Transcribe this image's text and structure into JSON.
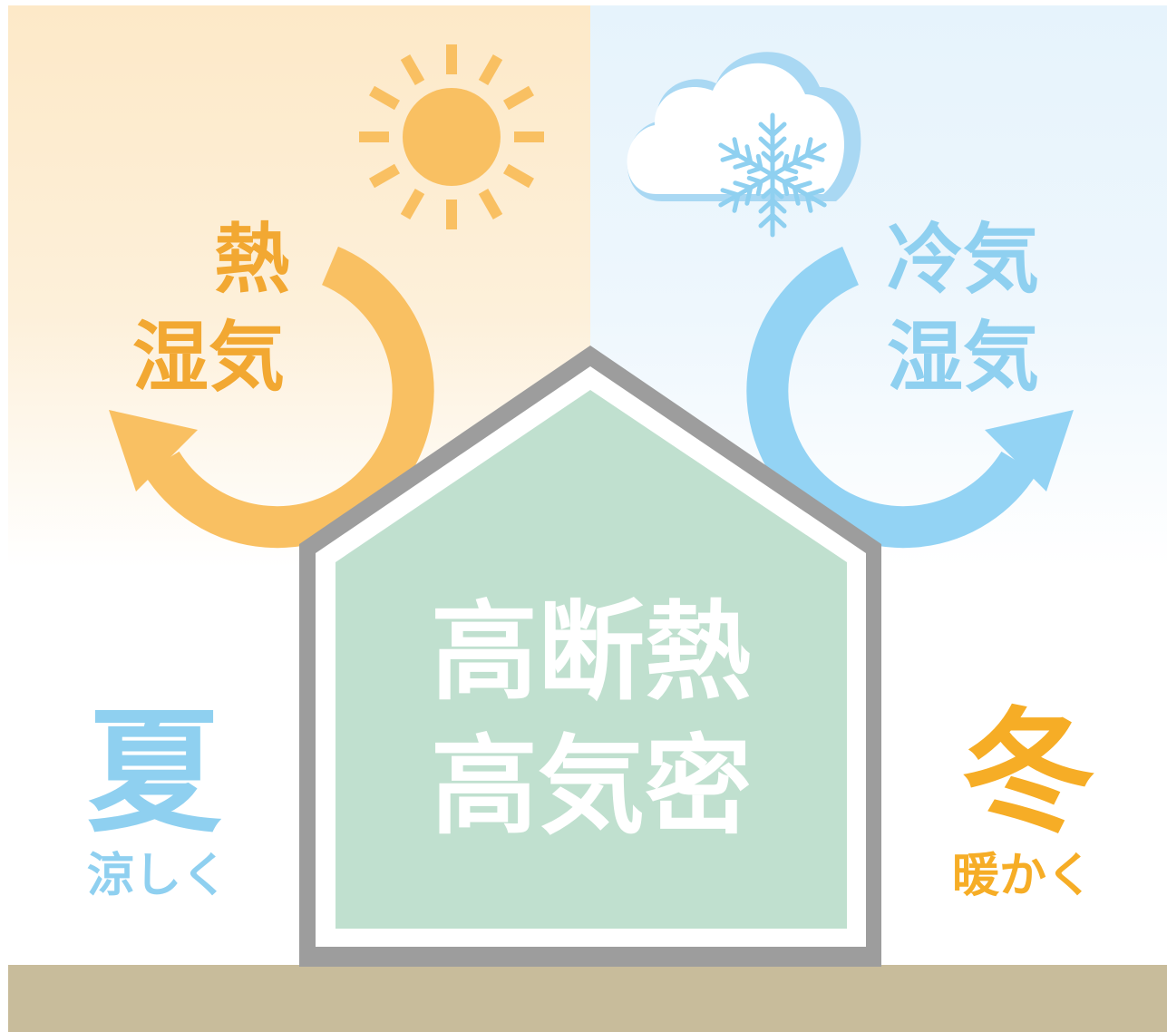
{
  "summer_side": {
    "arrow_label_heat": "熱",
    "arrow_label_humidity": "湿気",
    "season": "夏",
    "effect": "涼しく"
  },
  "winter_side": {
    "arrow_label_cold": "冷気",
    "arrow_label_humidity": "湿気",
    "season": "冬",
    "effect": "暖かく"
  },
  "house": {
    "line1": "高断熱",
    "line2": "高気密"
  },
  "icons": [
    "sun-icon",
    "cloud-icon",
    "snowflake-icon",
    "curved-arrow-icon",
    "house-icon"
  ],
  "colors": {
    "summer_accent": "#f9c062",
    "winter_accent": "#93d3f4",
    "house_fill": "#c0e0cf",
    "house_outline": "#9d9d9d",
    "ground": "#c8bc9b"
  }
}
